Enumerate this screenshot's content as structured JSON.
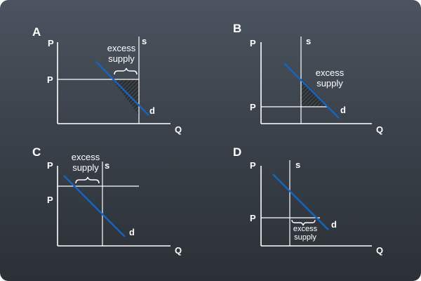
{
  "colors": {
    "background_top": "#4b545f",
    "background_bottom": "#2b3036",
    "axis": "#ffffff",
    "supply_line": "#ffffff",
    "price_line": "#ffffff",
    "demand_line": "#1565c0",
    "hatch": "#1e1e1e"
  },
  "panels": {
    "A": {
      "letter": "A",
      "y_axis_label": "P",
      "x_axis_label": "Q",
      "price_label": "P",
      "supply_label": "s",
      "demand_label": "d",
      "excess_line1": "excess",
      "excess_line2": "supply"
    },
    "B": {
      "letter": "B",
      "y_axis_label": "P",
      "x_axis_label": "Q",
      "price_label": "P",
      "supply_label": "s",
      "demand_label": "d",
      "excess_line1": "excess",
      "excess_line2": "supply"
    },
    "C": {
      "letter": "C",
      "y_axis_label": "P",
      "x_axis_label": "Q",
      "price_label": "P",
      "supply_label": "s",
      "demand_label": "d",
      "excess_line1": "excess",
      "excess_line2": "supply"
    },
    "D": {
      "letter": "D",
      "y_axis_label": "P",
      "x_axis_label": "Q",
      "price_label": "P",
      "supply_label": "s",
      "demand_label": "d",
      "excess_line1": "excess",
      "excess_line2": "supply"
    }
  }
}
